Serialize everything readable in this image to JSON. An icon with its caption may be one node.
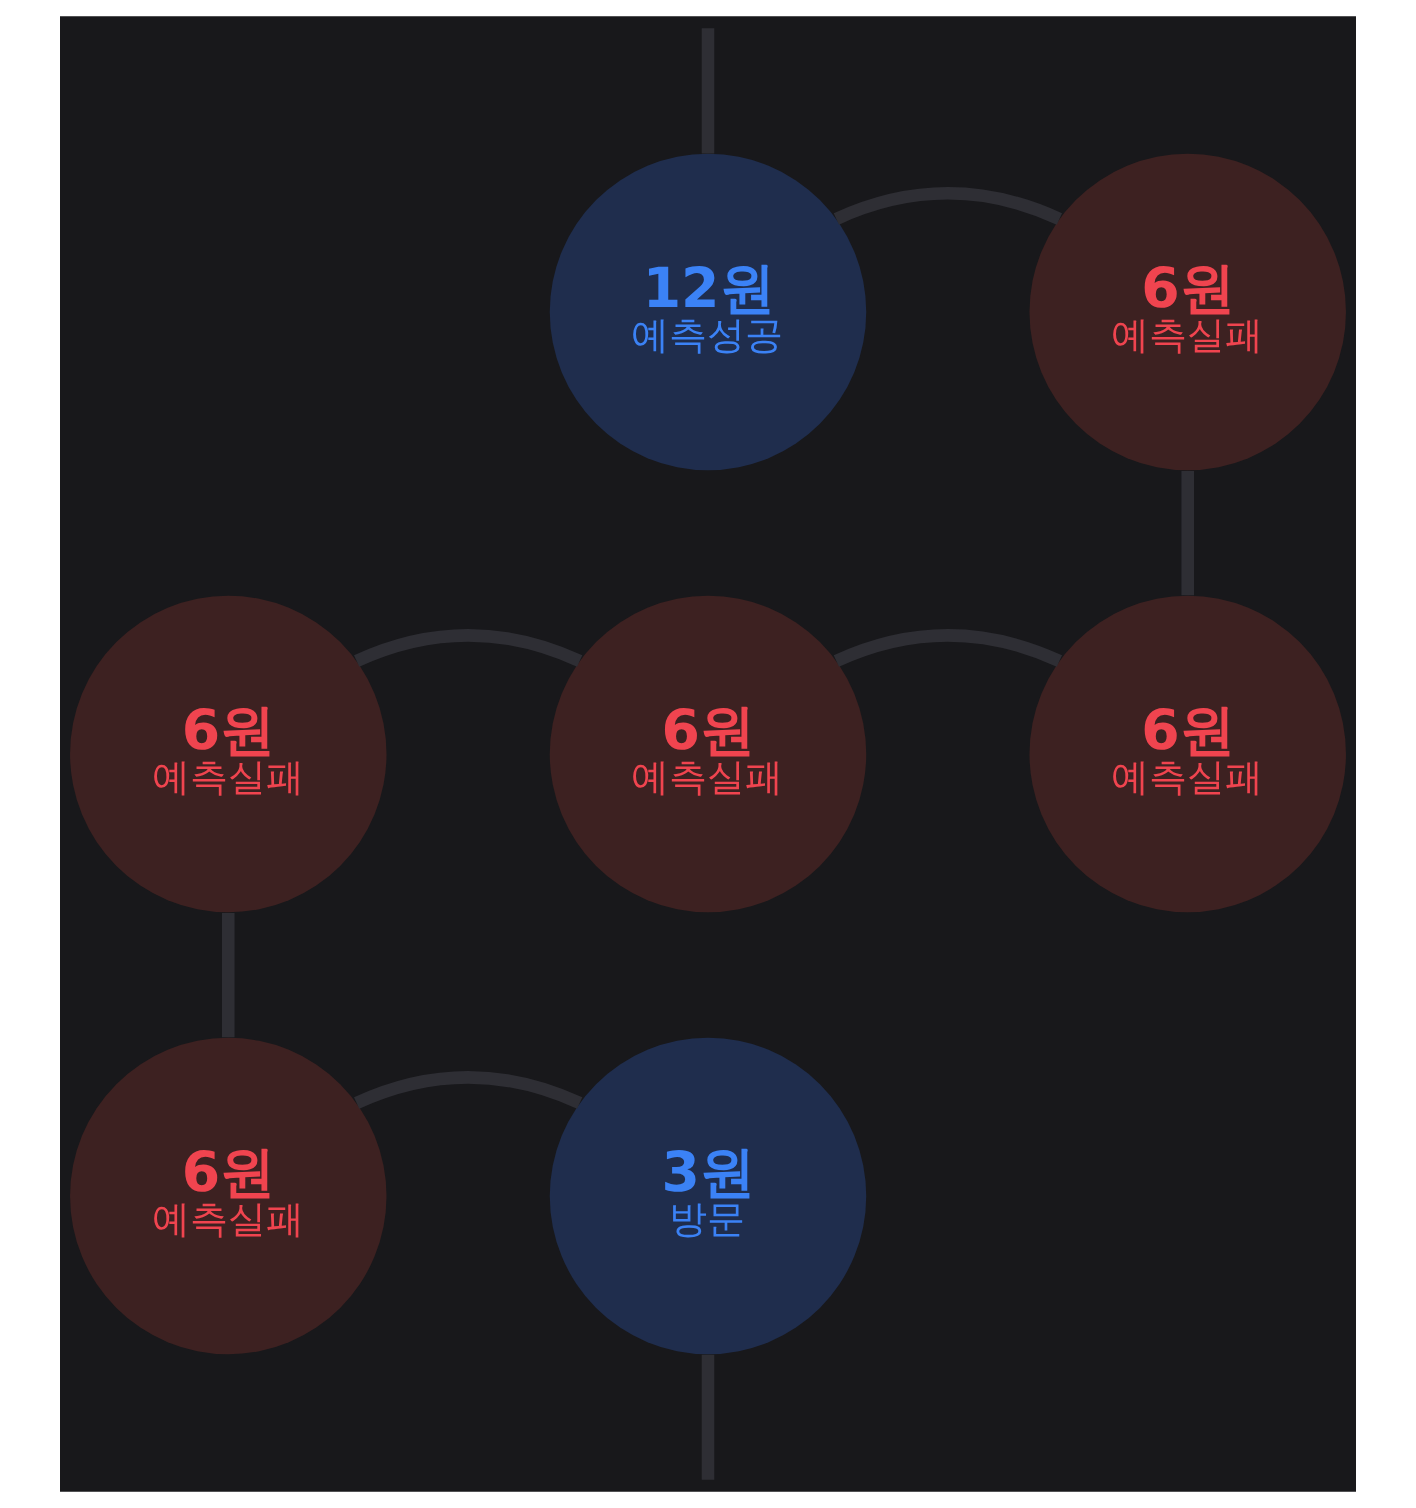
{
  "diagram": {
    "nodes": [
      {
        "text": [
          "12원",
          "예측성공"
        ]
      },
      {
        "text": [
          "6원",
          "예측실패"
        ]
      },
      {
        "text": [
          "6원",
          "예측실패"
        ]
      },
      {
        "text": [
          "6원",
          "예측실패"
        ]
      },
      {
        "text": [
          "6원",
          "예측실패"
        ]
      },
      {
        "text": [
          "6원",
          "예측실패"
        ]
      },
      {
        "text": [
          "3원",
          "방문"
        ]
      }
    ],
    "edges": [
      {
        "from": null,
        "to": 0,
        "arrow": "none"
      },
      {
        "from": 0,
        "to": 1,
        "arrow": "none"
      },
      {
        "from": 1,
        "to": 4,
        "arrow": "none"
      },
      {
        "from": 4,
        "to": 3,
        "arrow": "none"
      },
      {
        "from": 3,
        "to": 2,
        "arrow": "none"
      },
      {
        "from": 2,
        "to": 5,
        "arrow": "none"
      },
      {
        "from": 5,
        "to": 6,
        "arrow": "none"
      },
      {
        "from": 6,
        "to": null,
        "arrow": "none"
      }
    ]
  }
}
